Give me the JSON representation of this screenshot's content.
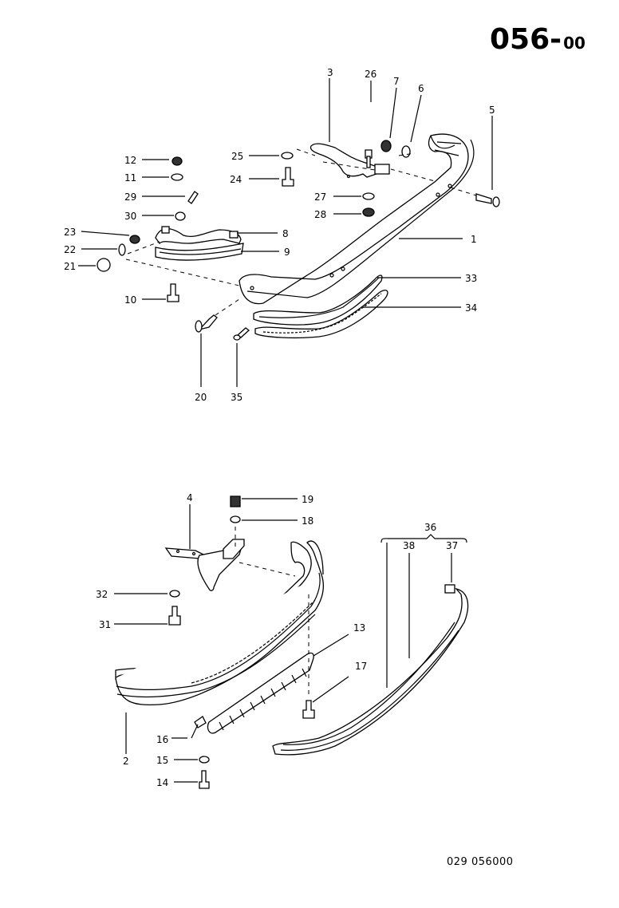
{
  "page": {
    "title_main": "056",
    "title_separator": "-",
    "title_suffix": "00",
    "footer_code": "029  056000"
  },
  "callouts": {
    "front": [
      "1",
      "3",
      "5",
      "6",
      "7",
      "8",
      "9",
      "10",
      "11",
      "12",
      "20",
      "21",
      "22",
      "23",
      "24",
      "25",
      "26",
      "27",
      "28",
      "29",
      "30",
      "33",
      "34",
      "35"
    ],
    "rear": [
      "2",
      "4",
      "13",
      "14",
      "15",
      "16",
      "17",
      "18",
      "19",
      "31",
      "32",
      "36",
      "37",
      "38"
    ]
  },
  "labels": {
    "c1": "1",
    "c2": "2",
    "c3": "3",
    "c4": "4",
    "c5": "5",
    "c6": "6",
    "c7": "7",
    "c8": "8",
    "c9": "9",
    "c10": "10",
    "c11": "11",
    "c12": "12",
    "c13": "13",
    "c14": "14",
    "c15": "15",
    "c16": "16",
    "c17": "17",
    "c18": "18",
    "c19": "19",
    "c20": "20",
    "c21": "21",
    "c22": "22",
    "c23": "23",
    "c24": "24",
    "c25": "25",
    "c26": "26",
    "c27": "27",
    "c28": "28",
    "c29": "29",
    "c30": "30",
    "c31": "31",
    "c32": "32",
    "c33": "33",
    "c34": "34",
    "c35": "35",
    "c36": "36",
    "c37": "37",
    "c38": "38"
  }
}
